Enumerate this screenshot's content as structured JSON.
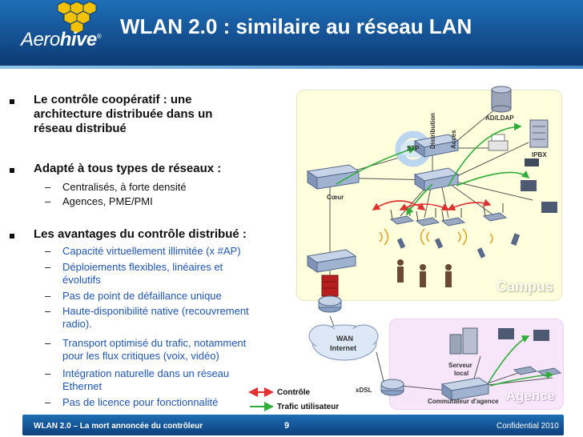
{
  "header": {
    "title": "WLAN 2.0 : similaire au réseau LAN",
    "logo_light": "Aero",
    "logo_bold": "hive",
    "logo_mark": "®"
  },
  "bullets": [
    {
      "lines": [
        "Le contrôle coopératif : une",
        "architecture distribuée dans un",
        "réseau distribué"
      ],
      "subs": []
    },
    {
      "lines": [
        "Adapté à tous types de réseaux :"
      ],
      "subs": [
        "Centralisés, à forte densité",
        "Agences, PME/PMI"
      ]
    },
    {
      "lines": [
        "Les avantages du contrôle distribué :"
      ],
      "subs": [
        [
          "Capacité virtuellement illimitée (x #AP)"
        ],
        [
          "Déploiements flexibles, linéaires et",
          "évolutifs"
        ],
        [
          "Pas de point de défaillance unique"
        ],
        [
          "Haute-disponibilité native (recouvrement",
          "radio)."
        ],
        [
          "Transport optimisé du trafic, notamment",
          "pour les flux critiques (voix, vidéo)"
        ],
        [
          "Intégration naturelle dans un réseau",
          "Ethernet"
        ],
        [
          "Pas de licence pour fonctionnalité"
        ]
      ]
    }
  ],
  "diagram": {
    "labels": {
      "ad_ldap": "AD/LDAP",
      "stp": "STP",
      "distribution": "Distribution",
      "acces": "Accès",
      "ipbx": "IPBX",
      "coeur": "Cœur",
      "campus": "Campus",
      "wan": "WAN",
      "internet": "Internet",
      "serveur": "Serveur",
      "local": "local",
      "xdsl": "xDSL",
      "commutateur": "Commutateur d'agence",
      "agence": "Agence"
    },
    "legend": {
      "controle": "Contrôle",
      "trafic": "Trafic utilisateur"
    },
    "colors": {
      "control_arrow": "#e03030",
      "traffic_arrow": "#2fae3a",
      "campus_bg": "#ffffdd",
      "agence_bg": "#f7e6fa"
    }
  },
  "footer": {
    "left": "WLAN 2.0 – La mort annoncée du contrôleur",
    "page": "9",
    "right": "Confidential 2010"
  }
}
